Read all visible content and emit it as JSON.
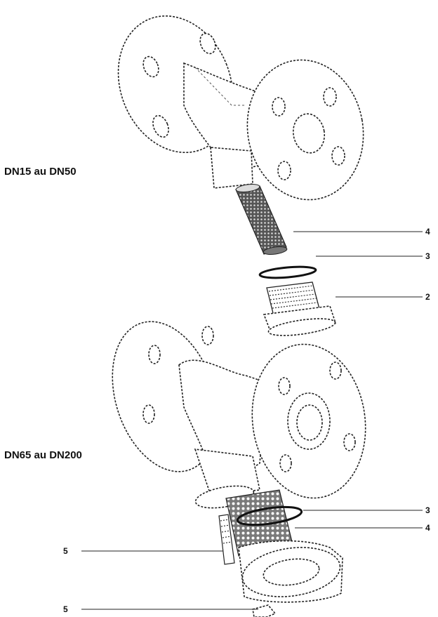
{
  "sections": {
    "small": {
      "label": "DN15 au DN50"
    },
    "large": {
      "label": "DN65 au DN200"
    }
  },
  "callouts": {
    "small_screen": "4",
    "small_gasket": "3",
    "small_cap": "2",
    "large_gasket": "3",
    "large_screen": "4",
    "large_plug_a": "5",
    "large_plug_b": "5"
  }
}
